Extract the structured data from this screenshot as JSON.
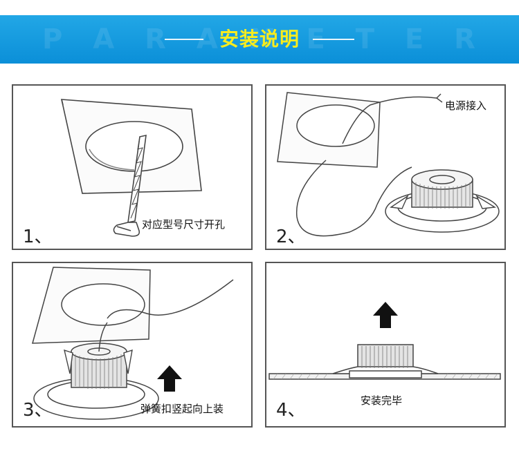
{
  "banner": {
    "bg_word": [
      "P",
      "A",
      "R",
      "A",
      "M",
      "E",
      "T",
      "E",
      "R"
    ],
    "title": "安装说明"
  },
  "steps": [
    {
      "number": "1、",
      "caption": "对应型号尺寸开孔"
    },
    {
      "number": "2、",
      "caption": "电源接入"
    },
    {
      "number": "3、",
      "caption": "弹簧扣竖起向上装"
    },
    {
      "number": "4、",
      "caption": "安装完毕"
    }
  ],
  "colors": {
    "banner": "#0b8fd8",
    "title": "#f7ec1f",
    "line_art": "#444444"
  }
}
